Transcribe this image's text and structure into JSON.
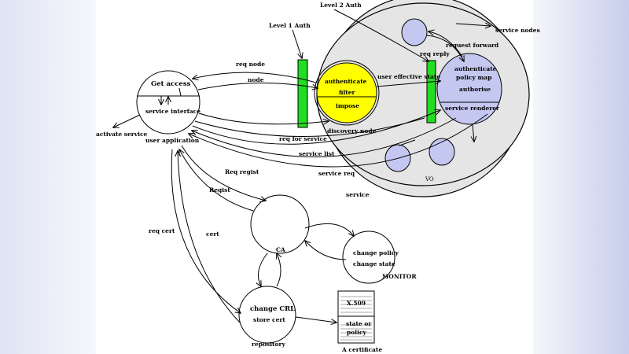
{
  "labels": {
    "level1": "Level 1 Auth",
    "level2": "Level 2 Auth",
    "service_nodes": "service nodes",
    "request_forward": "request forward",
    "req_reply": "req reply",
    "req_node": "req node",
    "node": "node",
    "get_access": "Get access",
    "service_interface": "service interface",
    "activate_service": "activate service",
    "user_application": "user application",
    "authenticate": "authenticate",
    "filter": "filter",
    "impose": "impose",
    "user_effective_state": "user effective state",
    "auth_policy_1": "authenticate",
    "auth_policy_2": "policy map",
    "authorise": "authorise",
    "service_renderer": "service renderer",
    "discovery_node": "discovery node",
    "req_for_service": "req for service",
    "service_list": "service list",
    "service_req": "service req",
    "service": "service",
    "vo": "VO",
    "req_regist": "Req regist",
    "regist": "Regist",
    "req_cert": "req cert",
    "cert": "cert",
    "ca": "CA",
    "change_policy": "change policy",
    "change_state": "change state",
    "monitor": "MONITOR",
    "change_crl": "change CRL",
    "store_cert": "store cert",
    "repository": "repository",
    "x509": "X.509",
    "state_or": "state or",
    "policy": "policy",
    "a_certificate": "A certificate"
  },
  "colors": {
    "vo_fill": "#e5e5e5",
    "filter_fill": "#ffff00",
    "auth_bar": "#22dd22",
    "node_fill": "#c4c8f0",
    "sidebar_right": "#c8cdea",
    "sidebar_left": "#dfe3f4"
  }
}
